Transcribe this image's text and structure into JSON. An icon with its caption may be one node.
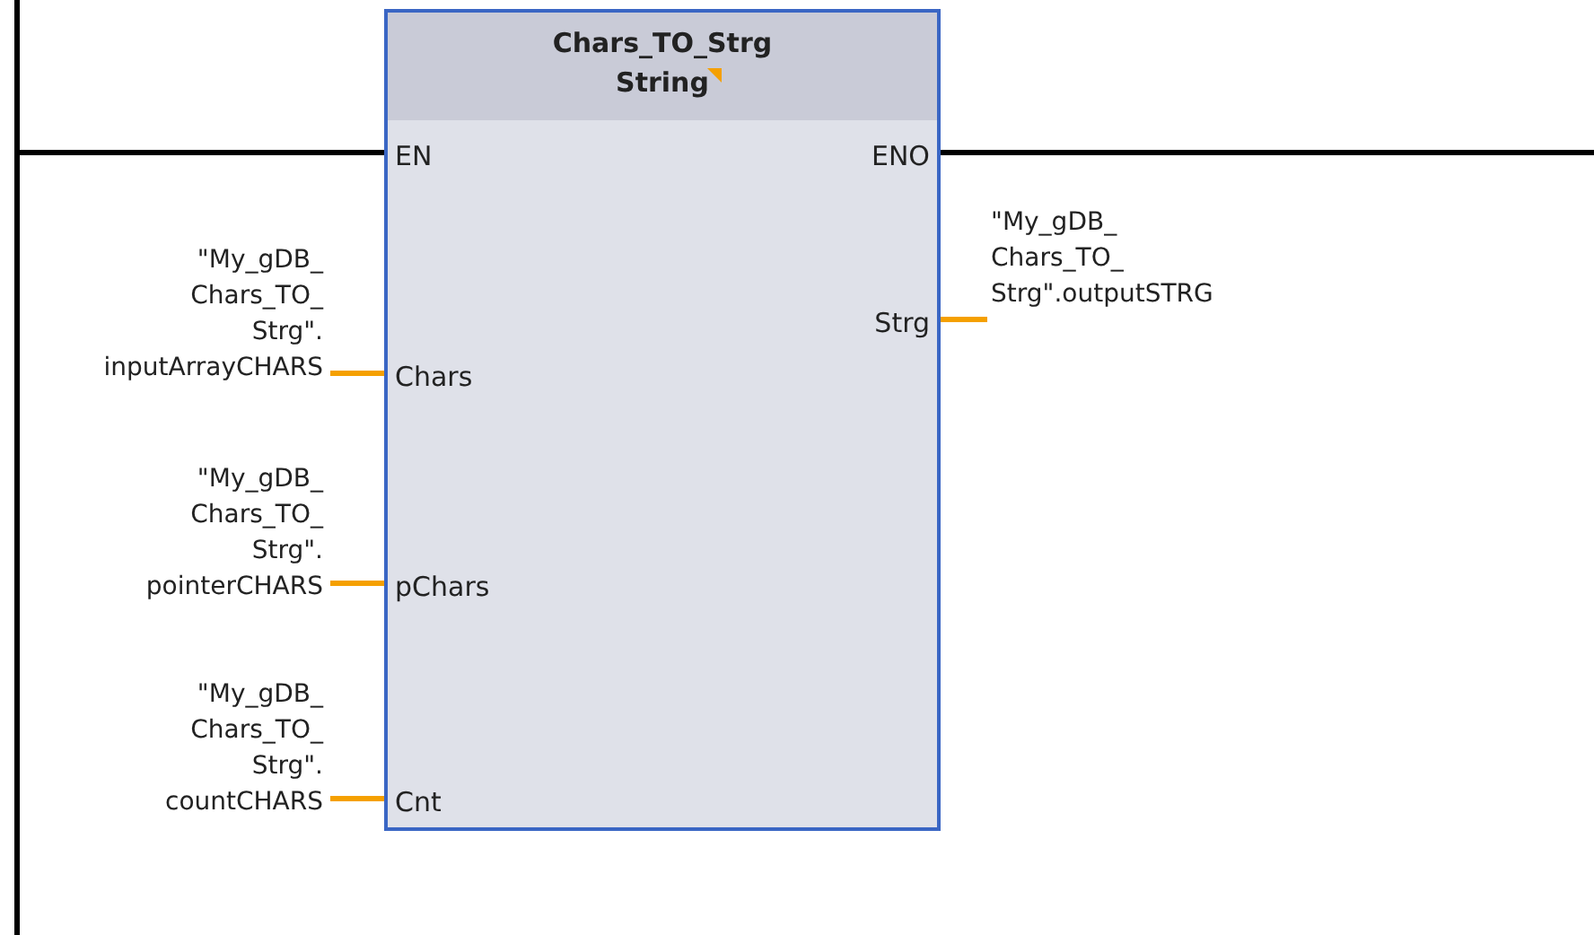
{
  "diagram": {
    "nodes": [
      {
        "text": [
          "Chars_TO_Strg",
          "String"
        ]
      },
      {
        "text": [
          "EN"
        ],
        "in": 0
      },
      {
        "text": [
          "ENO"
        ],
        "in": 0
      },
      {
        "text": [
          "Strg"
        ],
        "in": 0
      },
      {
        "text": [
          "Chars"
        ],
        "in": 0
      },
      {
        "text": [
          "pChars"
        ],
        "in": 0
      },
      {
        "text": [
          "Cnt"
        ],
        "in": 0
      },
      {
        "text": [],
        "shape": "bar"
      },
      {
        "text": [
          "\"My_gDB_ Chars_TO_ Strg\". inputArrayCHARS"
        ]
      },
      {
        "text": [
          "\"My_gDB_ Chars_TO_ Strg\". pointerCHARS"
        ]
      },
      {
        "text": [
          "\"My_gDB_ Chars_TO_ Strg\". countCHARS"
        ]
      },
      {
        "text": [
          "\"My_gDB_ Chars_TO_ Strg\".outputSTRG"
        ]
      }
    ],
    "edges": [
      {
        "from": 7,
        "to": 1,
        "arrow": "none",
        "color": "#000000"
      },
      {
        "from": 2,
        "to": null,
        "arrow": "none",
        "color": "#000000"
      },
      {
        "from": 8,
        "to": 4,
        "arrow": "none"
      },
      {
        "from": 9,
        "to": 5,
        "arrow": "none"
      },
      {
        "from": 10,
        "to": 6,
        "arrow": "none"
      },
      {
        "from": 3,
        "to": 11,
        "arrow": "none"
      }
    ]
  }
}
